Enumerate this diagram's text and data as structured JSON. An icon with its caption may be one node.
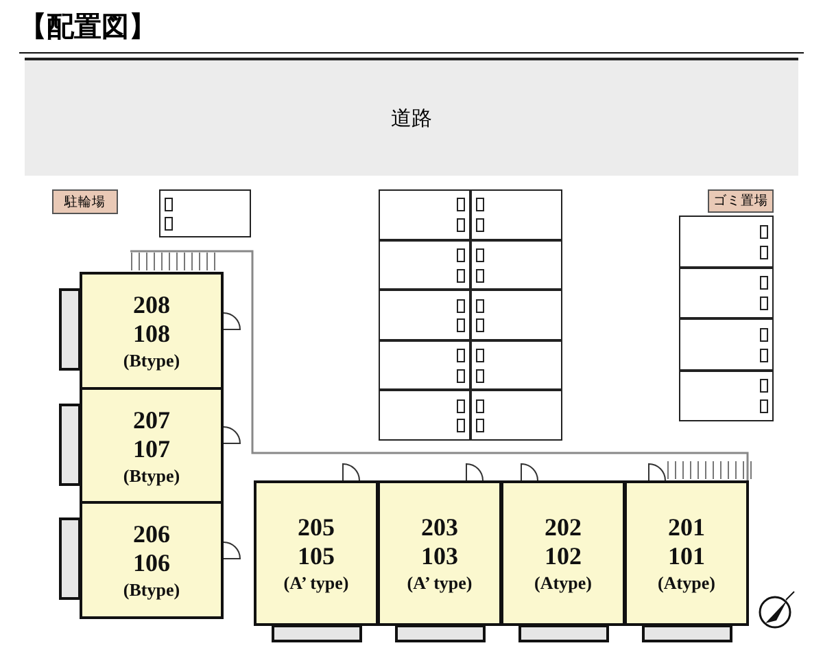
{
  "diagram": {
    "title": "【配置図】",
    "nodes": [
      {
        "text": [
          "道路"
        ]
      },
      {
        "text": [
          "駐輪場"
        ]
      },
      {
        "text": [
          "ゴミ置場"
        ]
      },
      {
        "text": [],
        "shape": "box"
      },
      {
        "text": [],
        "shape": "box"
      },
      {
        "text": [],
        "shape": "box"
      },
      {
        "text": [],
        "shape": "box"
      },
      {
        "text": [],
        "shape": "box"
      },
      {
        "text": [],
        "shape": "box"
      },
      {
        "text": [],
        "shape": "box"
      },
      {
        "text": [],
        "shape": "box"
      },
      {
        "text": [],
        "shape": "box"
      },
      {
        "text": [],
        "shape": "box"
      },
      {
        "text": [],
        "shape": "box"
      },
      {
        "text": [],
        "shape": "box"
      },
      {
        "text": [],
        "shape": "box"
      },
      {
        "text": [],
        "shape": "box"
      },
      {
        "text": [],
        "shape": "box"
      },
      {
        "text": [
          "208",
          "108",
          "(Btype)"
        ]
      },
      {
        "text": [
          "207",
          "107",
          "(Btype)"
        ]
      },
      {
        "text": [
          "206",
          "106",
          "(Btype)"
        ]
      },
      {
        "text": [
          "205",
          "105",
          "(A’ type)"
        ]
      },
      {
        "text": [
          "203",
          "103",
          "(A’ type)"
        ]
      },
      {
        "text": [
          "202",
          "102",
          "(Atype)"
        ]
      },
      {
        "text": [
          "201",
          "101",
          "(Atype)"
        ]
      }
    ]
  }
}
